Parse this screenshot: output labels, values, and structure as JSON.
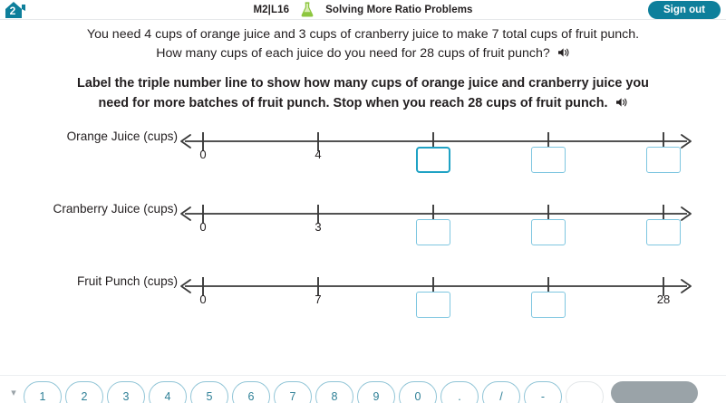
{
  "header": {
    "logo_icon": "logo-house-2-icon",
    "lesson_code": "M2|L16",
    "subject_icon": "flask-icon",
    "lesson_title": "Solving More Ratio Problems",
    "signout_label": "Sign out",
    "accent_color": "#0e7f9b",
    "flask_color": "#8dc63f"
  },
  "stem": {
    "line1": "You need 4 cups of orange juice and 3 cups of cranberry juice to make 7 total cups of fruit punch.",
    "line2": "How many cups of each juice do you need for 28 cups of fruit punch?",
    "audio_icon": "speaker-icon"
  },
  "prompt": {
    "text": "Label the triple number line to show how many cups of orange juice and cranberry juice you need for more batches of fruit punch. Stop when you reach 28 cups of fruit punch.",
    "audio_icon": "speaker-icon"
  },
  "number_lines": [
    {
      "label": "Orange Juice (cups)",
      "ticks": [
        {
          "pos": 0,
          "label": "0",
          "type": "label"
        },
        {
          "pos": 1,
          "label": "4",
          "type": "label"
        },
        {
          "pos": 2,
          "label": "",
          "type": "input",
          "value": "",
          "state": "active"
        },
        {
          "pos": 3,
          "label": "",
          "type": "input",
          "value": "",
          "state": "idle"
        },
        {
          "pos": 4,
          "label": "",
          "type": "input",
          "value": "",
          "state": "idle"
        }
      ]
    },
    {
      "label": "Cranberry Juice (cups)",
      "ticks": [
        {
          "pos": 0,
          "label": "0",
          "type": "label"
        },
        {
          "pos": 1,
          "label": "3",
          "type": "label"
        },
        {
          "pos": 2,
          "label": "",
          "type": "input",
          "value": "",
          "state": "idle"
        },
        {
          "pos": 3,
          "label": "",
          "type": "input",
          "value": "",
          "state": "idle"
        },
        {
          "pos": 4,
          "label": "",
          "type": "input",
          "value": "",
          "state": "idle"
        }
      ]
    },
    {
      "label": "Fruit Punch (cups)",
      "ticks": [
        {
          "pos": 0,
          "label": "0",
          "type": "label"
        },
        {
          "pos": 1,
          "label": "7",
          "type": "label"
        },
        {
          "pos": 2,
          "label": "",
          "type": "input",
          "value": "",
          "state": "idle"
        },
        {
          "pos": 3,
          "label": "",
          "type": "input",
          "value": "",
          "state": "idle"
        },
        {
          "pos": 4,
          "label": "28",
          "type": "label"
        }
      ]
    }
  ],
  "keypad": {
    "keys": [
      "1",
      "2",
      "3",
      "4",
      "5",
      "6",
      "7",
      "8",
      "9",
      "0",
      ".",
      "/",
      "-"
    ],
    "muted_key": "",
    "submit_label": ""
  },
  "colors": {
    "input_idle_border": "#7ec6e0",
    "input_active_border": "#1fa2c4",
    "axis": "#3a3a3a",
    "text": "#231f20"
  }
}
